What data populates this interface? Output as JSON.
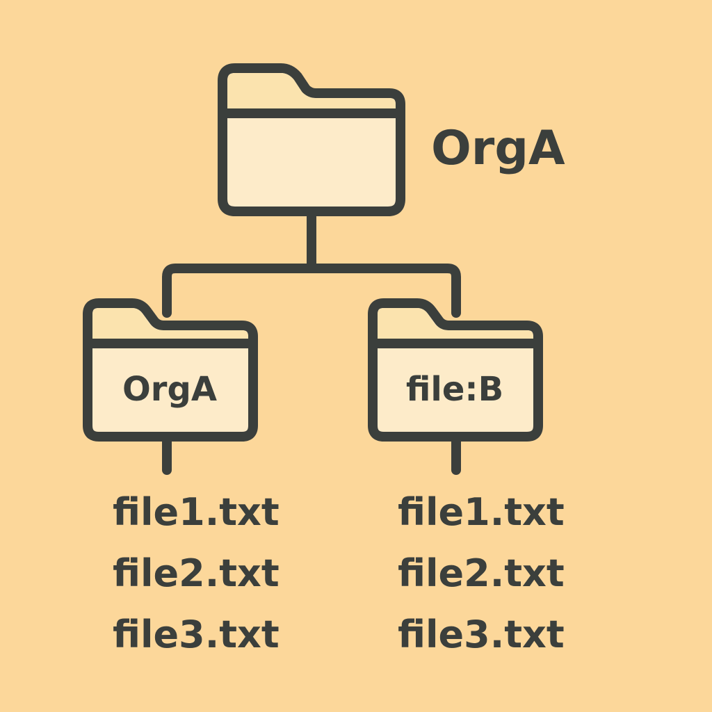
{
  "colors": {
    "background": "#fcd79a",
    "stroke": "#3b3f3c",
    "folder_tab": "#fbe3ae",
    "folder_body": "#fdebc9",
    "text": "#3b3f3c"
  },
  "icons": [
    "folder-icon",
    "folder-icon",
    "folder-icon"
  ],
  "root": {
    "label": "OrgA"
  },
  "children": [
    {
      "label": "OrgA",
      "files": [
        "file1.txt",
        "file2.txt",
        "file3.txt"
      ]
    },
    {
      "label": "file:B",
      "files": [
        "file1.txt",
        "file2.txt",
        "file3.txt"
      ]
    }
  ]
}
